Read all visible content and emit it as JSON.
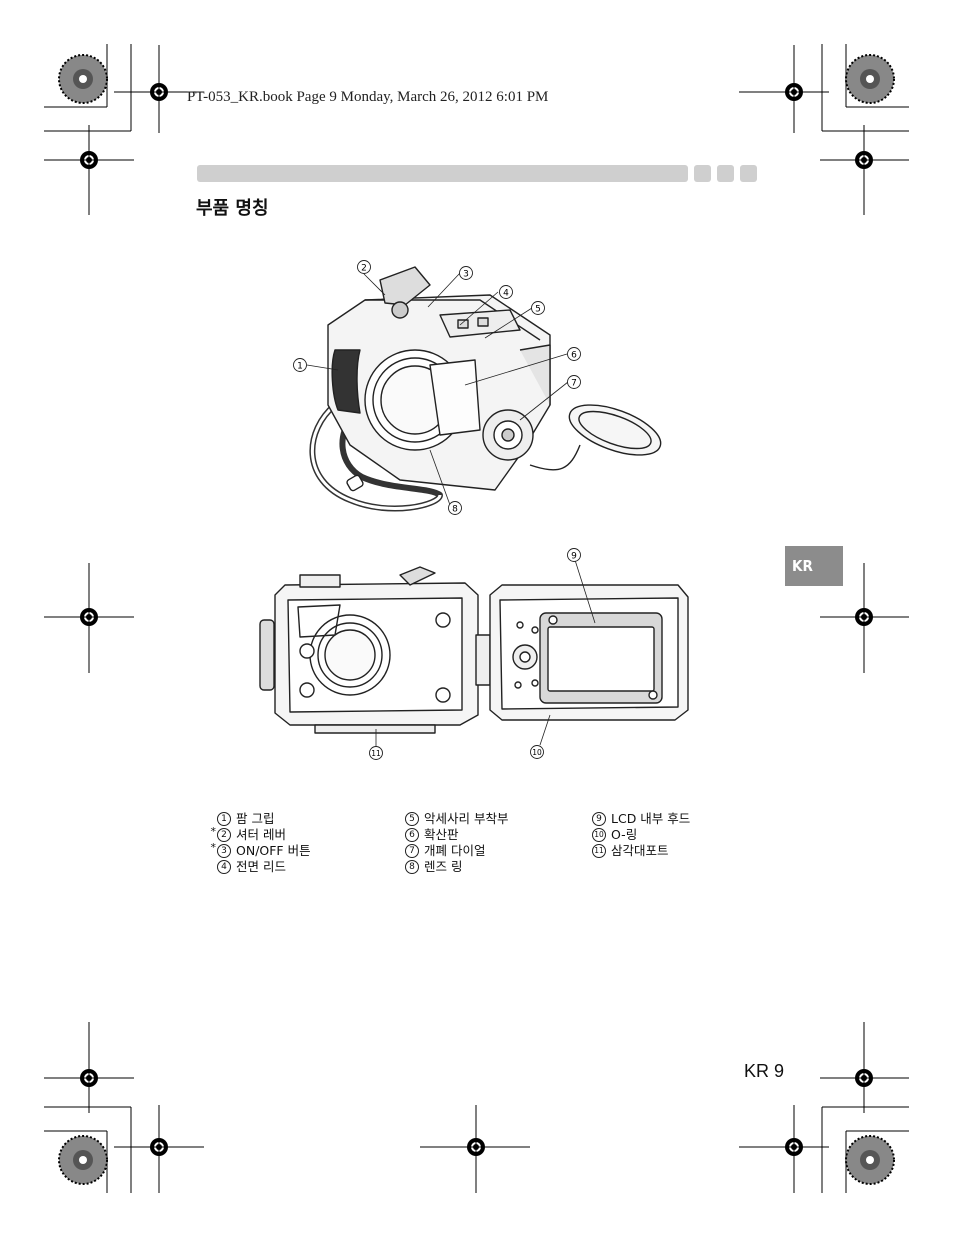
{
  "header": {
    "book_info": "PT-053_KR.book  Page 9  Monday, March 26, 2012  6:01 PM"
  },
  "page": {
    "title": "부품 명칭",
    "lang_tab": "KR",
    "page_number": "KR 9"
  },
  "figure_top": {
    "callouts": [
      "1",
      "2",
      "3",
      "4",
      "5",
      "6",
      "7",
      "8"
    ]
  },
  "figure_bottom": {
    "callouts": [
      "9",
      "10",
      "11"
    ]
  },
  "legend": {
    "col1": [
      {
        "mark": "",
        "num": "1",
        "label": "팜 그립"
      },
      {
        "mark": "*",
        "num": "2",
        "label": "셔터 레버"
      },
      {
        "mark": "*",
        "num": "3",
        "label": "ON/OFF 버튼"
      },
      {
        "mark": "",
        "num": "4",
        "label": "전면 리드"
      }
    ],
    "col2": [
      {
        "num": "5",
        "label": "악세사리 부착부"
      },
      {
        "num": "6",
        "label": "확산판"
      },
      {
        "num": "7",
        "label": "개폐 다이얼"
      },
      {
        "num": "8",
        "label": "렌즈 링"
      }
    ],
    "col3": [
      {
        "num": "9",
        "label": "LCD 내부 후드"
      },
      {
        "num": "10",
        "label": "O-링"
      },
      {
        "num": "11",
        "label": "삼각대포트"
      }
    ]
  },
  "colors": {
    "band": "#cfcfcf",
    "tab": "#8c8c8c"
  }
}
